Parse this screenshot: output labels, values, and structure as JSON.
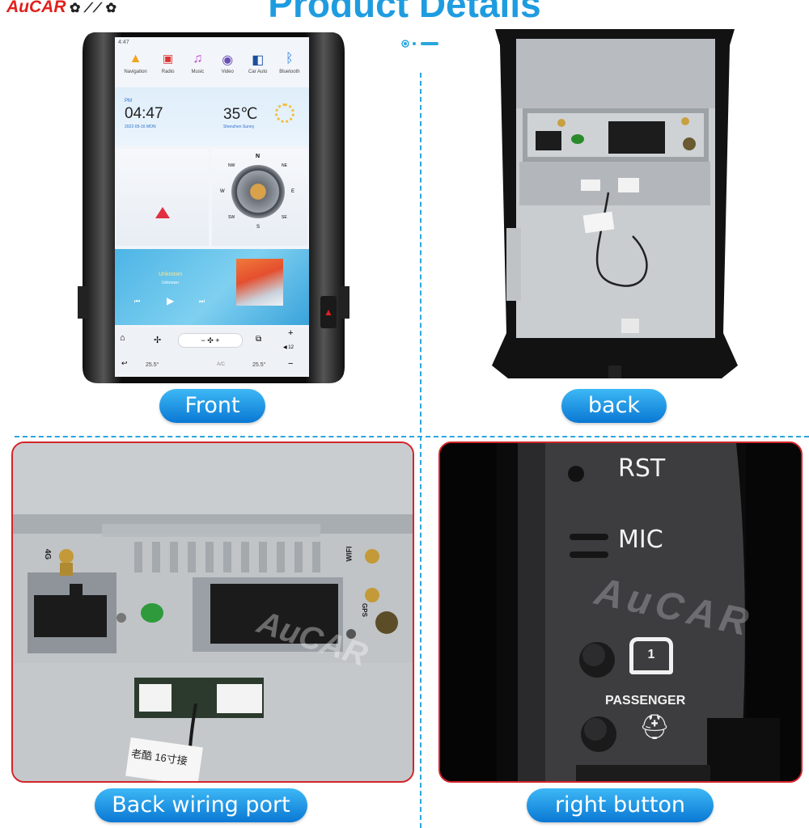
{
  "header": {
    "brand": "AuCAR",
    "title": "Product Details"
  },
  "front": {
    "label": "Front",
    "screen": {
      "status_time": "4:47",
      "apps": [
        "Navigation",
        "Radio",
        "Music",
        "Video",
        "Car Auto",
        "Bluetooth"
      ],
      "clock": "04:47",
      "ampm": "PM",
      "date": "2022-05-16 MON",
      "temperature": "35℃",
      "weather": "Shenzhen Sunny",
      "compass": {
        "n": "N",
        "ne": "NE",
        "e": "E",
        "se": "SE",
        "s": "S",
        "sw": "SW",
        "w": "W",
        "nw": "NW"
      },
      "media_title": "Unknown",
      "media_artist": "Unknown",
      "temp_left": "25.5°",
      "temp_right": "25.5°",
      "ac_label": "A/C",
      "volume": "12"
    }
  },
  "back": {
    "label": "back"
  },
  "wiring": {
    "label": "Back wiring port",
    "tag_4g": "4G",
    "tag_wifi": "WIFI",
    "tag_gps": "GPS",
    "watermark": "AuCAR",
    "sticker": "老酷 16寸接"
  },
  "buttons": {
    "label": "right button",
    "rst": "RST",
    "mic": "MIC",
    "passenger": "PASSENGER",
    "watermark": "AuCAR",
    "lock_num": "1"
  },
  "colors": {
    "accent": "#1e9ce0",
    "brand": "#e0201d",
    "border": "#d4242a"
  }
}
